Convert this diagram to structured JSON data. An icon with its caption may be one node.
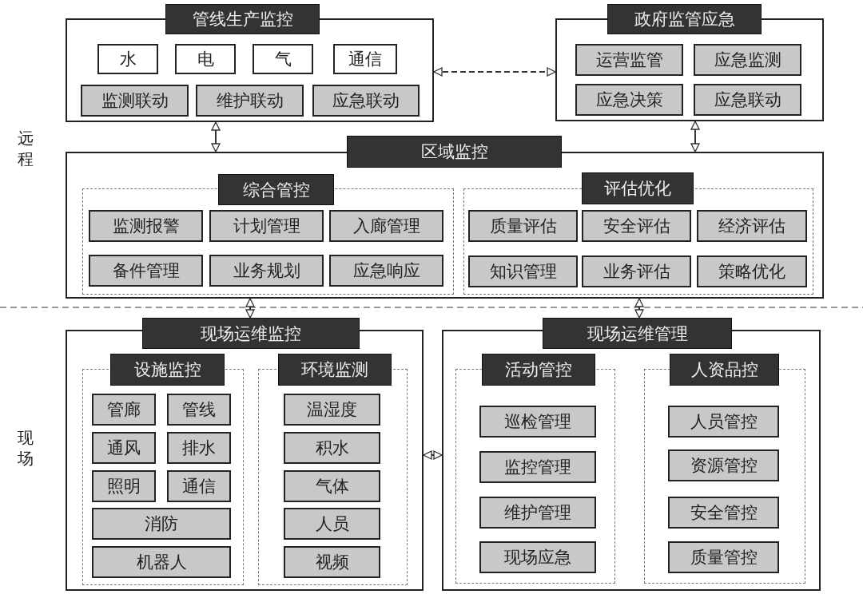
{
  "diagram": {
    "nodes": [
      {
        "text": [
          "管线生产监控"
        ]
      },
      {
        "text": [
          "水"
        ],
        "in": 0
      },
      {
        "text": [
          "电"
        ],
        "in": 0
      },
      {
        "text": [
          "气"
        ],
        "in": 0
      },
      {
        "text": [
          "通信"
        ],
        "in": 0
      },
      {
        "text": [
          "监测联动"
        ],
        "in": 0
      },
      {
        "text": [
          "维护联动"
        ],
        "in": 0
      },
      {
        "text": [
          "应急联动"
        ],
        "in": 0
      },
      {
        "text": [
          "政府监管应急"
        ]
      },
      {
        "text": [
          "运营监管"
        ],
        "in": 8
      },
      {
        "text": [
          "应急监测"
        ],
        "in": 8
      },
      {
        "text": [
          "应急决策"
        ],
        "in": 8
      },
      {
        "text": [
          "应急联动"
        ],
        "in": 8
      },
      {
        "text": [
          "区域监控"
        ]
      },
      {
        "text": [
          "综合管控"
        ],
        "in": 13
      },
      {
        "text": [
          "监测报警"
        ],
        "in": 14
      },
      {
        "text": [
          "计划管理"
        ],
        "in": 14
      },
      {
        "text": [
          "入廊管理"
        ],
        "in": 14
      },
      {
        "text": [
          "备件管理"
        ],
        "in": 14
      },
      {
        "text": [
          "业务规划"
        ],
        "in": 14
      },
      {
        "text": [
          "应急响应"
        ],
        "in": 14
      },
      {
        "text": [
          "评估优化"
        ],
        "in": 13
      },
      {
        "text": [
          "质量评估"
        ],
        "in": 21
      },
      {
        "text": [
          "安全评估"
        ],
        "in": 21
      },
      {
        "text": [
          "经济评估"
        ],
        "in": 21
      },
      {
        "text": [
          "知识管理"
        ],
        "in": 21
      },
      {
        "text": [
          "业务评估"
        ],
        "in": 21
      },
      {
        "text": [
          "策略优化"
        ],
        "in": 21
      },
      {
        "text": [
          "现场运维监控"
        ]
      },
      {
        "text": [
          "设施监控"
        ],
        "in": 28
      },
      {
        "text": [
          "管廊"
        ],
        "in": 29
      },
      {
        "text": [
          "管线"
        ],
        "in": 29
      },
      {
        "text": [
          "通风"
        ],
        "in": 29
      },
      {
        "text": [
          "排水"
        ],
        "in": 29
      },
      {
        "text": [
          "照明"
        ],
        "in": 29
      },
      {
        "text": [
          "通信"
        ],
        "in": 29
      },
      {
        "text": [
          "消防"
        ],
        "in": 29
      },
      {
        "text": [
          "机器人"
        ],
        "in": 29
      },
      {
        "text": [
          "环境监测"
        ],
        "in": 28
      },
      {
        "text": [
          "温湿度"
        ],
        "in": 38
      },
      {
        "text": [
          "积水"
        ],
        "in": 38
      },
      {
        "text": [
          "气体"
        ],
        "in": 38
      },
      {
        "text": [
          "人员"
        ],
        "in": 38
      },
      {
        "text": [
          "视频"
        ],
        "in": 38
      },
      {
        "text": [
          "现场运维管理"
        ]
      },
      {
        "text": [
          "活动管控"
        ],
        "in": 44
      },
      {
        "text": [
          "巡检管理"
        ],
        "in": 45
      },
      {
        "text": [
          "监控管理"
        ],
        "in": 45
      },
      {
        "text": [
          "维护管理"
        ],
        "in": 45
      },
      {
        "text": [
          "现场应急"
        ],
        "in": 45
      },
      {
        "text": [
          "人资品控"
        ],
        "in": 44
      },
      {
        "text": [
          "人员管控"
        ],
        "in": 50
      },
      {
        "text": [
          "资源管控"
        ],
        "in": 50
      },
      {
        "text": [
          "安全管控"
        ],
        "in": 50
      },
      {
        "text": [
          "质量管控"
        ],
        "in": 50
      }
    ],
    "edges": [
      {
        "from": 0,
        "to": 8,
        "arrow": "both",
        "style": "dashed"
      },
      {
        "from": 0,
        "to": 13,
        "arrow": "both"
      },
      {
        "from": 8,
        "to": 13,
        "arrow": "both"
      },
      {
        "from": 13,
        "to": 28,
        "arrow": "both"
      },
      {
        "from": 13,
        "to": 44,
        "arrow": "both"
      },
      {
        "from": 28,
        "to": 44,
        "arrow": "both"
      }
    ],
    "labels": [
      "远程",
      "现场"
    ]
  }
}
